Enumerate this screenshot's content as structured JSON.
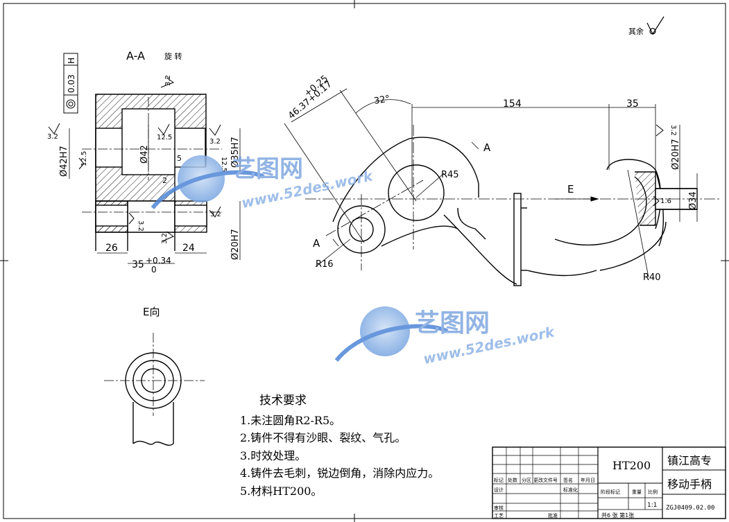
{
  "corner_roughness": "其余",
  "section": {
    "title": "A-A",
    "rotated": "旋 转"
  },
  "view_e": {
    "title": "E向"
  },
  "tolerance_frame": {
    "value": "0.03",
    "datum": "H"
  },
  "dims": {
    "phi42h7": "Ø42H7",
    "phi42": "Ø42",
    "phi35h7": "Ø35H7",
    "phi20h7_left": "Ø20H7",
    "phi20h7_right": "Ø20H7",
    "phi34": "Ø34",
    "d26": "26",
    "d24": "24",
    "d35": "35",
    "d35_up": "+0.34",
    "d35_low": "0",
    "d5": "5",
    "d2": "2",
    "angle32": "32°",
    "len154": "154",
    "len35": "35",
    "tol_up": "+0.25",
    "tol_main": "46.37+0.17",
    "r45": "R45",
    "r16": "R16",
    "r40": "R40",
    "label_a": "A",
    "label_e": "E"
  },
  "roughness": {
    "r32": "3.2",
    "r125": "12.5",
    "r16": "1.6"
  },
  "requirements": {
    "title": "技术要求",
    "items": [
      "1.未注圆角R2-R5。",
      "2.铸件不得有沙眼、裂纹、气孔。",
      "3.时效处理。",
      "4.铸件去毛刺，锐边倒角，消除内应力。",
      "5.材料HT200。"
    ]
  },
  "title_block": {
    "material": "HT200",
    "school": "镇江高专",
    "part_name": "移动手柄",
    "drawing_no": "ZGJ0409.02.00",
    "scale": "1:1",
    "sheets": "共6 张 第1张",
    "h_mark": "标记",
    "h_count": "处数",
    "h_zone": "分区",
    "h_doc": "更改文件号",
    "h_sign": "签名",
    "h_date": "年月日",
    "h_design": "设计",
    "h_std_date": "标准化",
    "h_check": "审核",
    "h_process": "工艺",
    "h_approve": "批准",
    "h_stage": "阶段标记",
    "h_weight": "重量",
    "h_scale": "比例",
    "h_sign_date": "标准化"
  },
  "watermark": {
    "brand": "艺图网",
    "url": "www.52des.work"
  }
}
